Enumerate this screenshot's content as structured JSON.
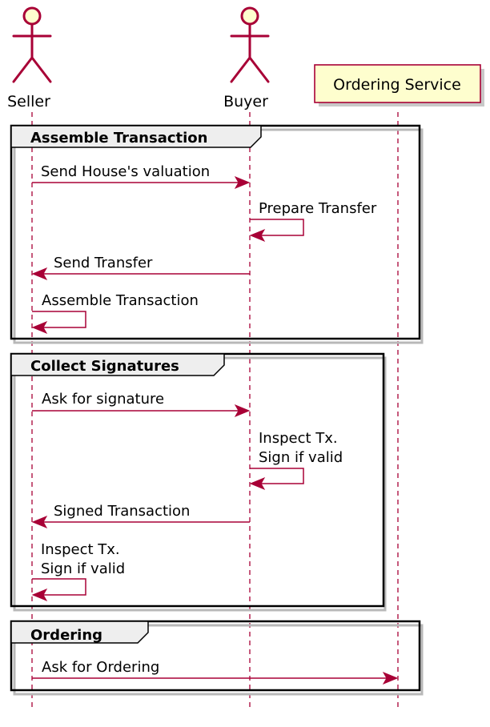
{
  "participants": [
    {
      "name": "Seller",
      "kind": "actor"
    },
    {
      "name": "Buyer",
      "kind": "actor"
    },
    {
      "name": "Ordering Service",
      "kind": "participant"
    }
  ],
  "groups": [
    {
      "title": "Assemble Transaction"
    },
    {
      "title": "Collect Signatures"
    },
    {
      "title": "Ordering"
    }
  ],
  "messages": [
    {
      "from": "Seller",
      "to": "Buyer",
      "lines": [
        "Send House's valuation"
      ]
    },
    {
      "from": "Buyer",
      "to": "Buyer",
      "lines": [
        "Prepare Transfer"
      ]
    },
    {
      "from": "Buyer",
      "to": "Seller",
      "lines": [
        "Send Transfer"
      ]
    },
    {
      "from": "Seller",
      "to": "Seller",
      "lines": [
        "Assemble Transaction"
      ]
    },
    {
      "from": "Seller",
      "to": "Buyer",
      "lines": [
        "Ask for signature"
      ]
    },
    {
      "from": "Buyer",
      "to": "Buyer",
      "lines": [
        "Inspect Tx.",
        "Sign if valid"
      ]
    },
    {
      "from": "Buyer",
      "to": "Seller",
      "lines": [
        "Signed Transaction"
      ]
    },
    {
      "from": "Seller",
      "to": "Seller",
      "lines": [
        "Inspect Tx.",
        "Sign if valid"
      ]
    },
    {
      "from": "Seller",
      "to": "Ordering Service",
      "lines": [
        "Ask for Ordering"
      ]
    }
  ],
  "colors": {
    "accent": "#a80036",
    "actor_fill": "#fefece",
    "group_tab_fill": "#eeeeee"
  }
}
